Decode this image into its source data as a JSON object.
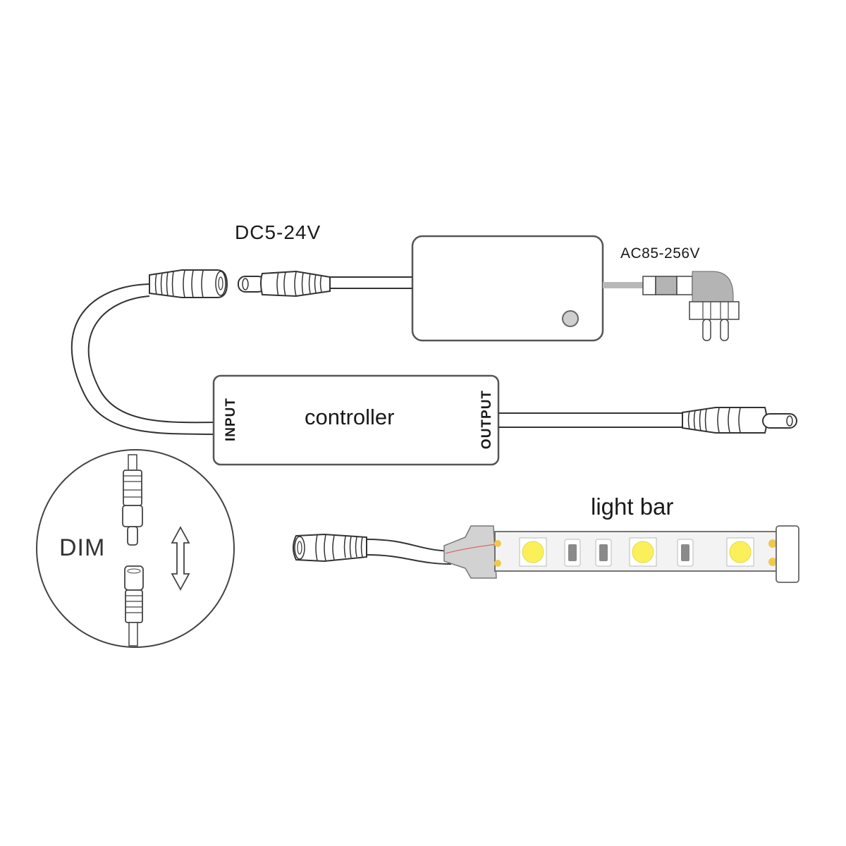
{
  "diagram": {
    "title": "LED light bar controller wiring",
    "labels": {
      "dc_voltage": "DC5-24V",
      "ac_voltage": "AC85-256V",
      "controller": "controller",
      "input": "INPUT",
      "output": "OUTPUT",
      "dim": "DIM",
      "light_bar": "light bar"
    },
    "components": [
      {
        "id": "power-adapter",
        "label": "",
        "kind": "box with indicator dot"
      },
      {
        "id": "ac-plug",
        "label": "AC85-256V",
        "kind": "right-angle two-pin plug"
      },
      {
        "id": "dc-male-plug",
        "label": "DC5-24V",
        "kind": "DC barrel plug"
      },
      {
        "id": "dc-female-jack",
        "label": "",
        "kind": "DC barrel socket"
      },
      {
        "id": "controller",
        "label": "controller",
        "ports": [
          "INPUT",
          "OUTPUT"
        ]
      },
      {
        "id": "output-plug",
        "label": "",
        "kind": "DC barrel plug"
      },
      {
        "id": "dim-inset",
        "label": "DIM",
        "kind": "connector detail with bidirectional arrow"
      },
      {
        "id": "light-bar",
        "label": "light bar",
        "leds": 3,
        "resistors": 3
      }
    ],
    "colors": {
      "line": "#333333",
      "led": "#fbf05a",
      "pad": "#f0c850",
      "plug_gray": "#b4b4b4",
      "clip_gray": "#d2d2d2",
      "wire_red": "#d46a6a"
    }
  }
}
